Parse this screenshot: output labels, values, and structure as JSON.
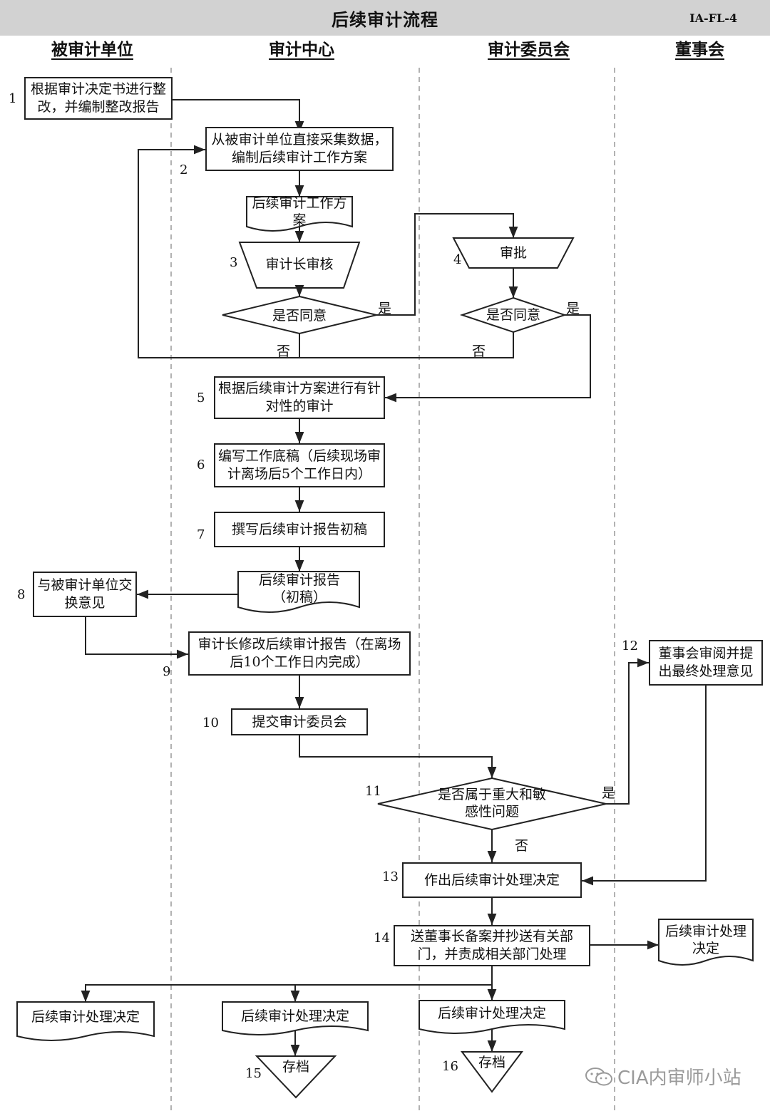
{
  "header": {
    "title": "后续审计流程",
    "code": "IA-FL-4"
  },
  "lanes": [
    "被审计单位",
    "审计中心",
    "审计委员会",
    "董事会"
  ],
  "steps": {
    "s1": "根据审计决定书进行整改，并编制整改报告",
    "s2": "从被审计单位直接采集数据，编制后续审计工作方案",
    "doc_plan": "后续审计工作方案",
    "s3": "审计长审核",
    "d3": "是否同意",
    "s4": "审批",
    "d4": "是否同意",
    "s5": "根据后续审计方案进行有针对性的审计",
    "s6": "编写工作底稿（后续现场审计离场后5个工作日内）",
    "s7": "撰写后续审计报告初稿",
    "doc_draft": "后续审计报告（初稿）",
    "s8": "与被审计单位交换意见",
    "s9": "审计长修改后续审计报告（在离场后10个工作日内完成）",
    "s10": "提交审计委员会",
    "d11": "是否属于重大和敏感性问题",
    "s12": "董事会审阅并提出最终处理意见",
    "s13": "作出后续审计处理决定",
    "s14": "送董事长备案并抄送有关部门，并责成相关部门处理",
    "doc_decision_right": "后续审计处理决定",
    "doc_decision_1": "后续审计处理决定",
    "doc_decision_2": "后续审计处理决定",
    "doc_decision_3": "后续审计处理决定",
    "archive_15": "存档",
    "archive_16": "存档"
  },
  "numbers": {
    "n1": "1",
    "n2": "2",
    "n3": "3",
    "n4": "4",
    "n5": "5",
    "n6": "6",
    "n7": "7",
    "n8": "8",
    "n9": "9",
    "n10": "10",
    "n11": "11",
    "n12": "12",
    "n13": "13",
    "n14": "14",
    "n15": "15",
    "n16": "16"
  },
  "labels": {
    "yes": "是",
    "no": "否"
  },
  "watermark": "CIA内审师小站"
}
